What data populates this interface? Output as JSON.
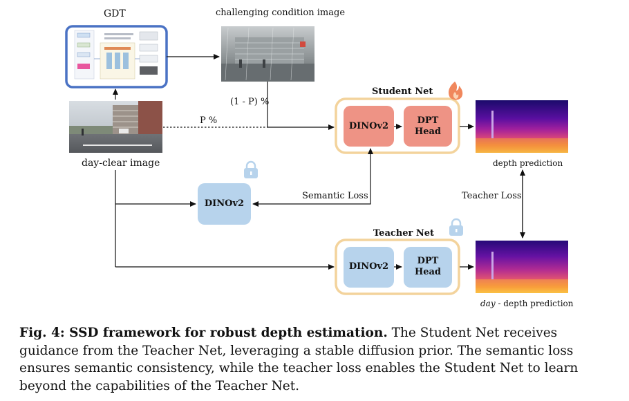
{
  "gdt": {
    "title": "GDT"
  },
  "challenging_image": {
    "title": "challenging condition image"
  },
  "day_clear_image": {
    "label": "day-clear image"
  },
  "edges": {
    "p_percent": "P %",
    "one_minus_p": "(1 - P) %",
    "semantic_loss": "Semantic Loss",
    "teacher_loss": "Teacher Loss"
  },
  "student_net": {
    "title": "Student Net",
    "encoder": "DINOv2",
    "head_line1": "DPT",
    "head_line2": "Head"
  },
  "teacher_net": {
    "title": "Teacher Net",
    "encoder": "DINOv2",
    "head_line1": "DPT",
    "head_line2": "Head"
  },
  "frozen_dinov2": {
    "label": "DINOv2"
  },
  "outputs": {
    "depth_prediction": "depth prediction",
    "day_prefix": "day",
    "day_depth_suffix": " - depth prediction"
  },
  "icons": {
    "fire": "fire-icon",
    "lock": "lock-icon"
  },
  "colors": {
    "gdt_border": "#4a72c4",
    "net_border": "#f3d39c",
    "student_fill": "#ee9385",
    "teacher_fill": "#b7d3ec"
  },
  "caption": {
    "head": "Fig. 4: SSD framework for robust depth estimation.",
    "body": " The Student Net receives guidance from the Teacher Net, leveraging a stable diffusion prior. The semantic loss ensures semantic consistency, while the teacher loss enables the Student Net to learn beyond the capabilities of the Teacher Net."
  }
}
